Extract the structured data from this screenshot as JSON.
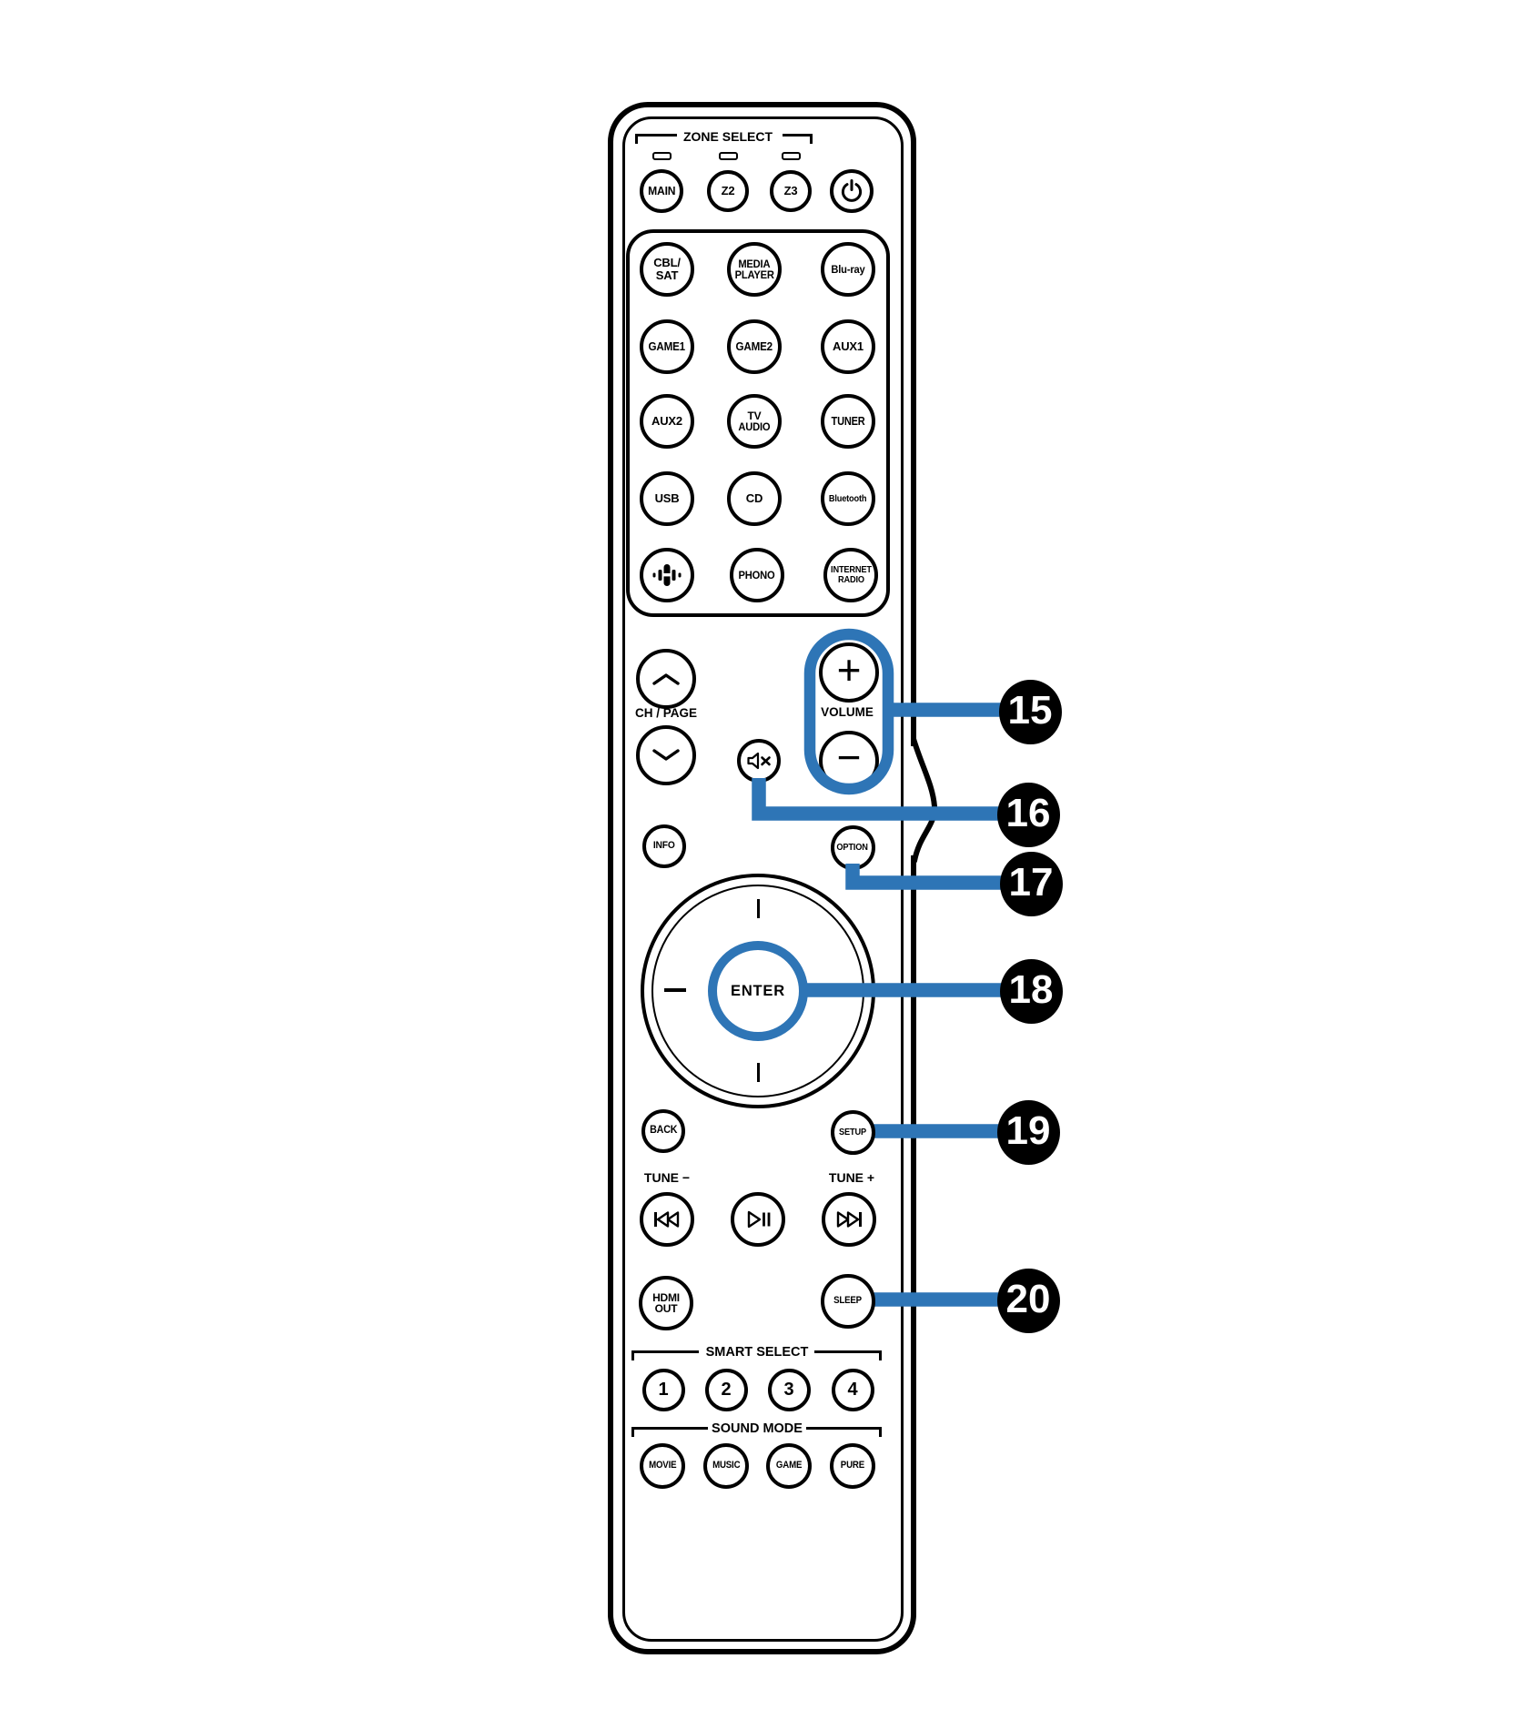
{
  "colors": {
    "accent_blue": "#2E75B6",
    "line_black": "#000000",
    "callout_bg": "#000000",
    "callout_text": "#ffffff"
  },
  "zone": {
    "header": "ZONE SELECT",
    "main": "MAIN",
    "z2": "Z2",
    "z3": "Z3"
  },
  "sources": {
    "cbl_sat": {
      "l1": "CBL/",
      "l2": "SAT"
    },
    "media_player": {
      "l1": "MEDIA",
      "l2": "PLAYER"
    },
    "blu_ray": "Blu-ray",
    "game1": "GAME1",
    "game2": "GAME2",
    "aux1": "AUX1",
    "aux2": "AUX2",
    "tv_audio": {
      "l1": "TV",
      "l2": "AUDIO"
    },
    "tuner": "TUNER",
    "usb": "USB",
    "cd": "CD",
    "bluetooth": "Bluetooth",
    "phono": "PHONO",
    "internet_radio": {
      "l1": "INTERNET",
      "l2": "RADIO"
    }
  },
  "controls": {
    "ch_page": "CH / PAGE",
    "volume": "VOLUME",
    "volume_plus": "+",
    "volume_minus": "−",
    "info": "INFO",
    "option": "OPTION",
    "enter": "ENTER",
    "back": "BACK",
    "setup": "SETUP",
    "tune_minus": "TUNE −",
    "tune_plus": "TUNE +",
    "hdmi_out": {
      "l1": "HDMI",
      "l2": "OUT"
    },
    "sleep": "SLEEP"
  },
  "smart_select": {
    "header": "SMART SELECT",
    "b1": "1",
    "b2": "2",
    "b3": "3",
    "b4": "4"
  },
  "sound_mode": {
    "header": "SOUND MODE",
    "movie": "MOVIE",
    "music": "MUSIC",
    "game": "GAME",
    "pure": "PURE"
  },
  "callouts": {
    "c15": "15",
    "c16": "16",
    "c17": "17",
    "c18": "18",
    "c19": "19",
    "c20": "20"
  },
  "icons": {
    "power": "power-icon",
    "mute": "mute-icon",
    "heos": "audio-wave-icon",
    "ch_up": "chevron-up-icon",
    "ch_down": "chevron-down-icon",
    "skip_back": "skip-back-icon",
    "play_pause": "play-pause-icon",
    "skip_forward": "skip-forward-icon",
    "zone_led": "zone-led-indicator"
  }
}
